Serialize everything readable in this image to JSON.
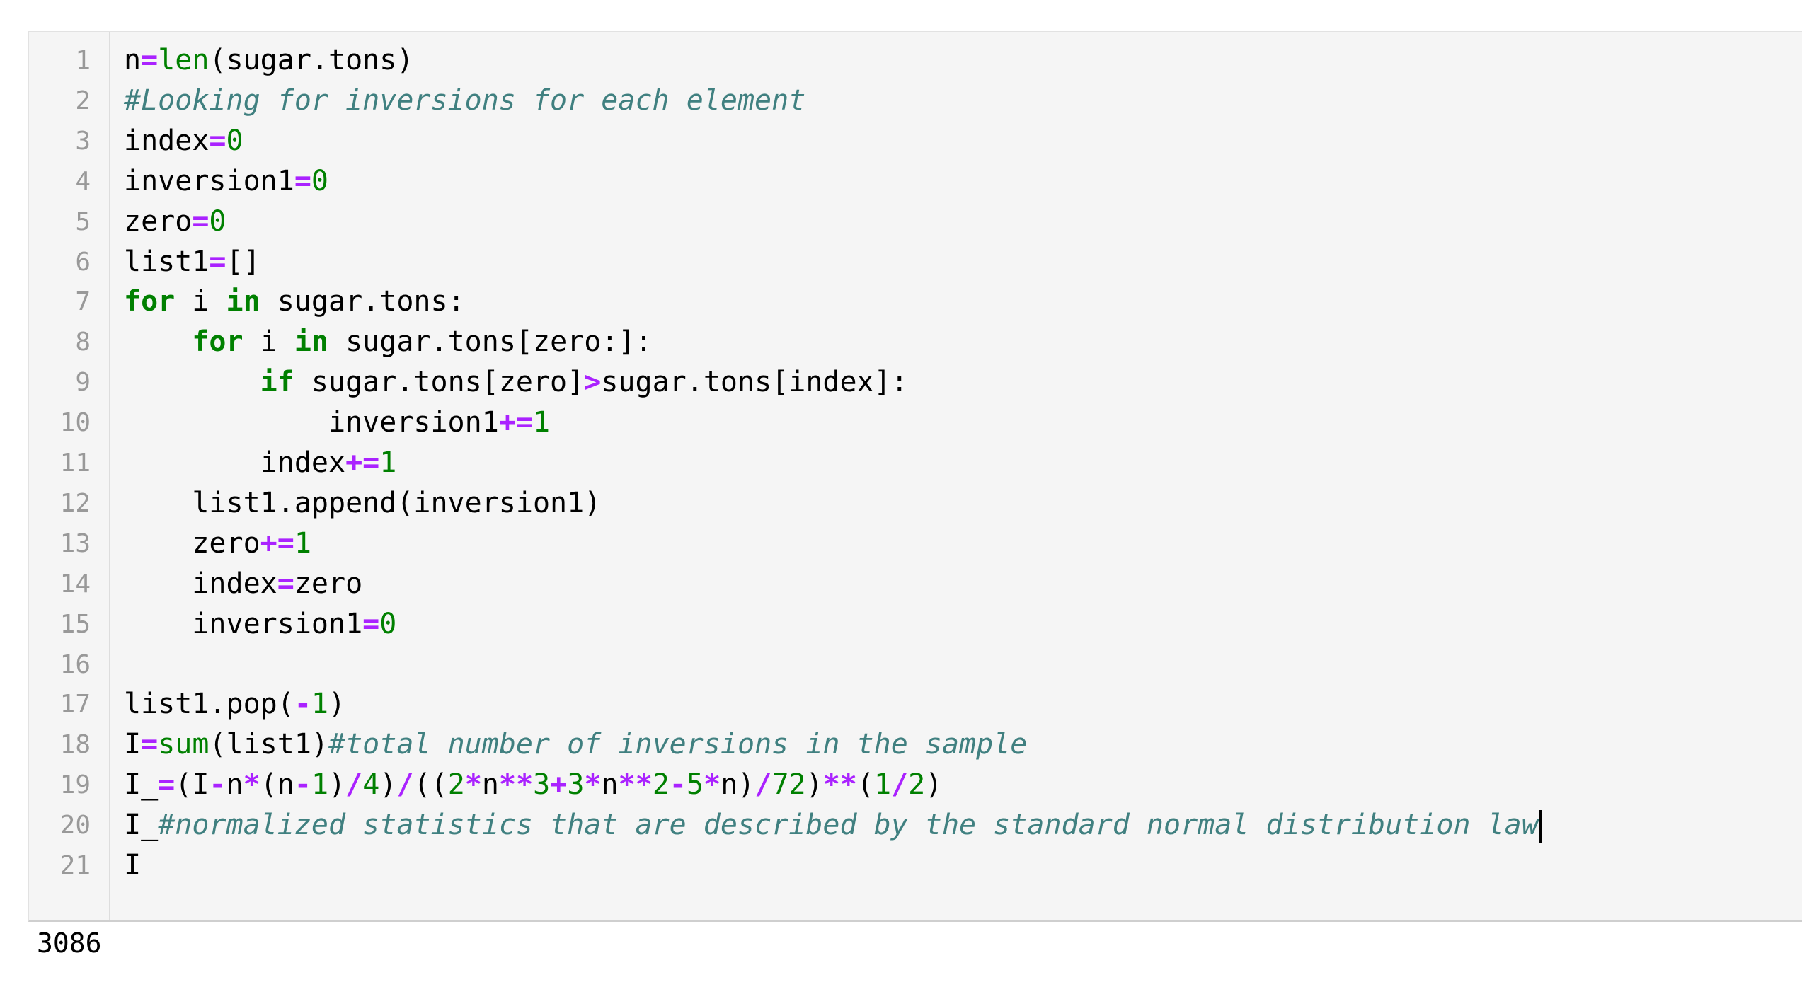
{
  "cell": {
    "lines": [
      [
        [
          "plain",
          "n"
        ],
        [
          "op",
          "="
        ],
        [
          "builtin",
          "len"
        ],
        [
          "plain",
          "(sugar.tons)"
        ]
      ],
      [
        [
          "comment",
          "#Looking for inversions for each element"
        ]
      ],
      [
        [
          "plain",
          "index"
        ],
        [
          "op",
          "="
        ],
        [
          "num",
          "0"
        ]
      ],
      [
        [
          "plain",
          "inversion1"
        ],
        [
          "op",
          "="
        ],
        [
          "num",
          "0"
        ]
      ],
      [
        [
          "plain",
          "zero"
        ],
        [
          "op",
          "="
        ],
        [
          "num",
          "0"
        ]
      ],
      [
        [
          "plain",
          "list1"
        ],
        [
          "op",
          "="
        ],
        [
          "plain",
          "[]"
        ]
      ],
      [
        [
          "kw",
          "for"
        ],
        [
          "plain",
          " i "
        ],
        [
          "kw",
          "in"
        ],
        [
          "plain",
          " sugar.tons:"
        ]
      ],
      [
        [
          "plain",
          "    "
        ],
        [
          "kw",
          "for"
        ],
        [
          "plain",
          " i "
        ],
        [
          "kw",
          "in"
        ],
        [
          "plain",
          " sugar.tons[zero:]:"
        ]
      ],
      [
        [
          "plain",
          "        "
        ],
        [
          "kw",
          "if"
        ],
        [
          "plain",
          " sugar.tons[zero]"
        ],
        [
          "op",
          ">"
        ],
        [
          "plain",
          "sugar.tons[index]:"
        ]
      ],
      [
        [
          "plain",
          "            inversion1"
        ],
        [
          "op",
          "+="
        ],
        [
          "num",
          "1"
        ]
      ],
      [
        [
          "plain",
          "        index"
        ],
        [
          "op",
          "+="
        ],
        [
          "num",
          "1"
        ]
      ],
      [
        [
          "plain",
          "    list1.append(inversion1)"
        ]
      ],
      [
        [
          "plain",
          "    zero"
        ],
        [
          "op",
          "+="
        ],
        [
          "num",
          "1"
        ]
      ],
      [
        [
          "plain",
          "    index"
        ],
        [
          "op",
          "="
        ],
        [
          "plain",
          "zero"
        ]
      ],
      [
        [
          "plain",
          "    inversion1"
        ],
        [
          "op",
          "="
        ],
        [
          "num",
          "0"
        ]
      ],
      [],
      [
        [
          "plain",
          "list1.pop("
        ],
        [
          "op",
          "-"
        ],
        [
          "num",
          "1"
        ],
        [
          "plain",
          ")"
        ]
      ],
      [
        [
          "plain",
          "I"
        ],
        [
          "op",
          "="
        ],
        [
          "builtin",
          "sum"
        ],
        [
          "plain",
          "(list1)"
        ],
        [
          "comment",
          "#total number of inversions in the sample"
        ]
      ],
      [
        [
          "plain",
          "I_"
        ],
        [
          "op",
          "="
        ],
        [
          "plain",
          "(I"
        ],
        [
          "op",
          "-"
        ],
        [
          "plain",
          "n"
        ],
        [
          "op",
          "*"
        ],
        [
          "plain",
          "(n"
        ],
        [
          "op",
          "-"
        ],
        [
          "num",
          "1"
        ],
        [
          "plain",
          ")"
        ],
        [
          "op",
          "/"
        ],
        [
          "num",
          "4"
        ],
        [
          "plain",
          ")"
        ],
        [
          "op",
          "/"
        ],
        [
          "plain",
          "(("
        ],
        [
          "num",
          "2"
        ],
        [
          "op",
          "*"
        ],
        [
          "plain",
          "n"
        ],
        [
          "op",
          "**"
        ],
        [
          "num",
          "3"
        ],
        [
          "op",
          "+"
        ],
        [
          "num",
          "3"
        ],
        [
          "op",
          "*"
        ],
        [
          "plain",
          "n"
        ],
        [
          "op",
          "**"
        ],
        [
          "num",
          "2"
        ],
        [
          "op",
          "-"
        ],
        [
          "num",
          "5"
        ],
        [
          "op",
          "*"
        ],
        [
          "plain",
          "n)"
        ],
        [
          "op",
          "/"
        ],
        [
          "num",
          "72"
        ],
        [
          "plain",
          ")"
        ],
        [
          "op",
          "**"
        ],
        [
          "plain",
          "("
        ],
        [
          "num",
          "1"
        ],
        [
          "op",
          "/"
        ],
        [
          "num",
          "2"
        ],
        [
          "plain",
          ")"
        ]
      ],
      [
        [
          "plain",
          "I_"
        ],
        [
          "comment",
          "#normalized statistics that are described by the standard normal distribution law"
        ]
      ],
      [
        [
          "plain",
          "I"
        ]
      ]
    ],
    "cursor_line": 20
  },
  "output": {
    "text": "3086"
  },
  "colors": {
    "keyword": "#008000",
    "builtin": "#008000",
    "number": "#008000",
    "operator": "#aa22ff",
    "comment": "#408080",
    "text": "#000000",
    "line_number": "#999999",
    "cell_background": "#f5f5f5"
  }
}
